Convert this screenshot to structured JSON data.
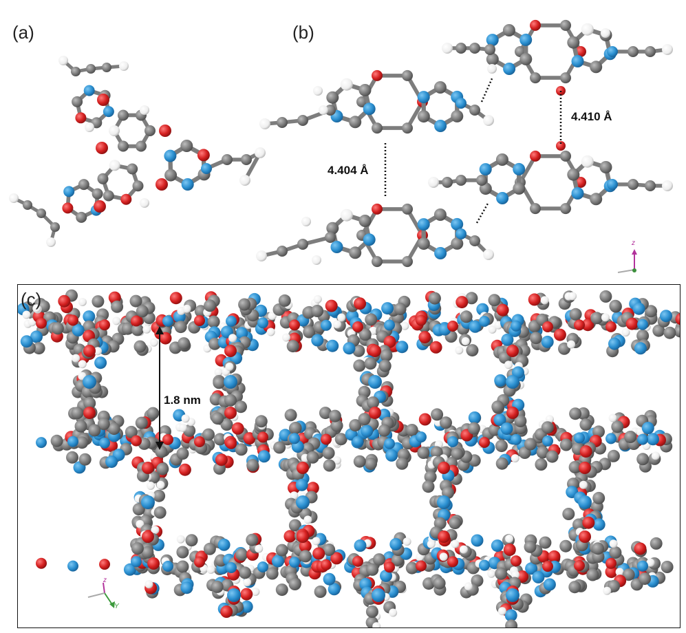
{
  "panels": {
    "a": {
      "label": "(a)"
    },
    "b": {
      "label": "(b)",
      "distance_1": "4.410 Å",
      "distance_2": "4.404 Å",
      "axis": "z"
    },
    "c": {
      "label": "(c)",
      "pore_size": "1.8 nm",
      "axis_z": "z",
      "axis_y": "Y"
    }
  },
  "atom_colors": {
    "carbon": "#7a7a7a",
    "nitrogen": "#2a8fd0",
    "oxygen": "#d42020",
    "hydrogen": "#f2f2f2"
  }
}
